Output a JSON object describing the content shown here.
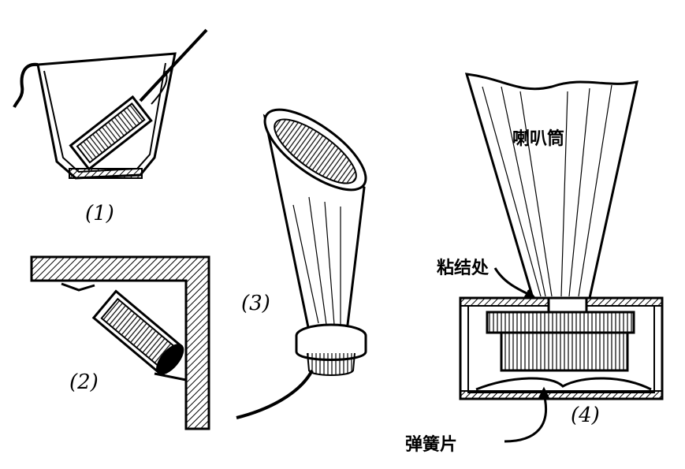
{
  "figures": [
    {
      "label": "(1)"
    },
    {
      "label": "(2)"
    },
    {
      "label": "(3)"
    },
    {
      "label": "(4)"
    }
  ],
  "annotations": {
    "horn": "喇叭筒",
    "glue_point": "粘结处",
    "spring_plate": "弹簧片"
  },
  "colors": {
    "ink": "#000000",
    "paper": "#ffffff"
  }
}
